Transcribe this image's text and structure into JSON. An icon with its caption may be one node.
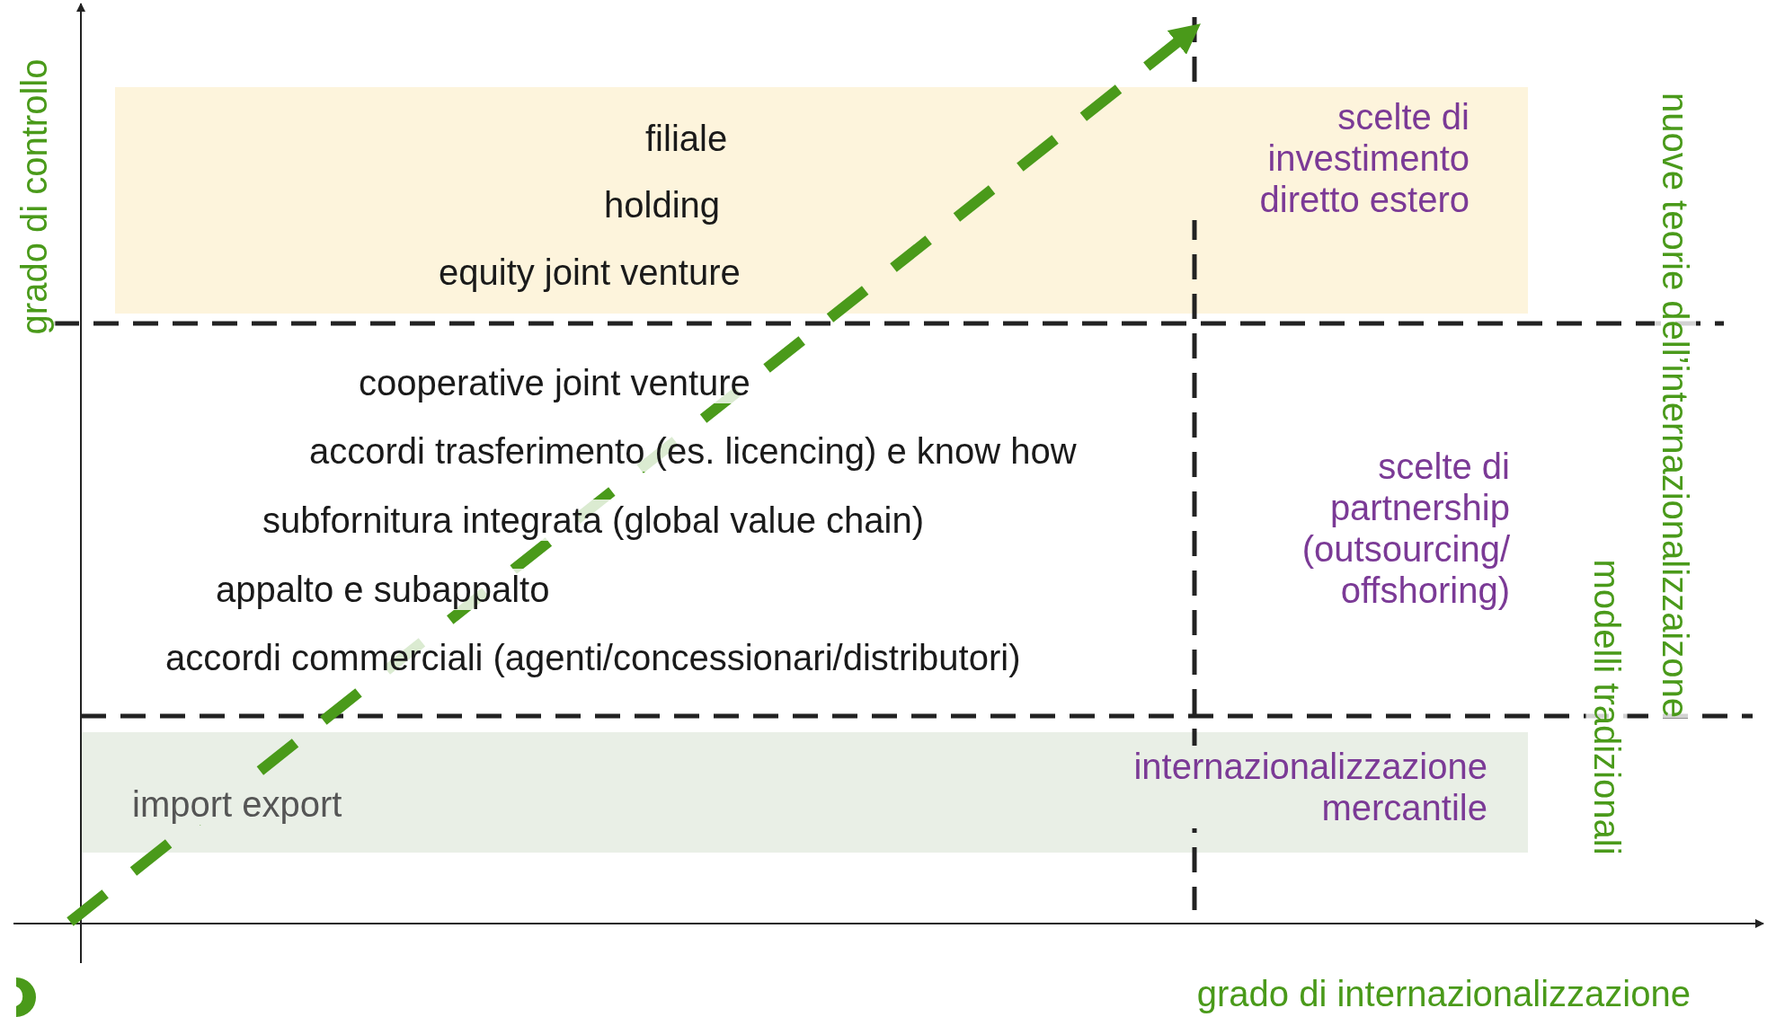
{
  "diagram": {
    "nodes": [
      {
        "text": [
          "filiale",
          "holding",
          "equity joint venture",
          "scelte di investimento diretto estero"
        ]
      },
      {
        "text": [
          "import export",
          "internazionalizzazione mercantile"
        ]
      }
    ],
    "labels": [
      "grado di controllo",
      "cooperative joint venture",
      "accordi trasferimento (es. licencing) e know how",
      "subfornitura integrata (global value chain)",
      "appalto e subappalto",
      "accordi commerciali (agenti/concessionari/distributori)",
      "scelte di partnership (outsourcing/ offshoring)",
      "nuove teorie dell’internazionalizzaizone",
      "modelli tradizionali",
      "grado di internazionalizzazione"
    ]
  }
}
